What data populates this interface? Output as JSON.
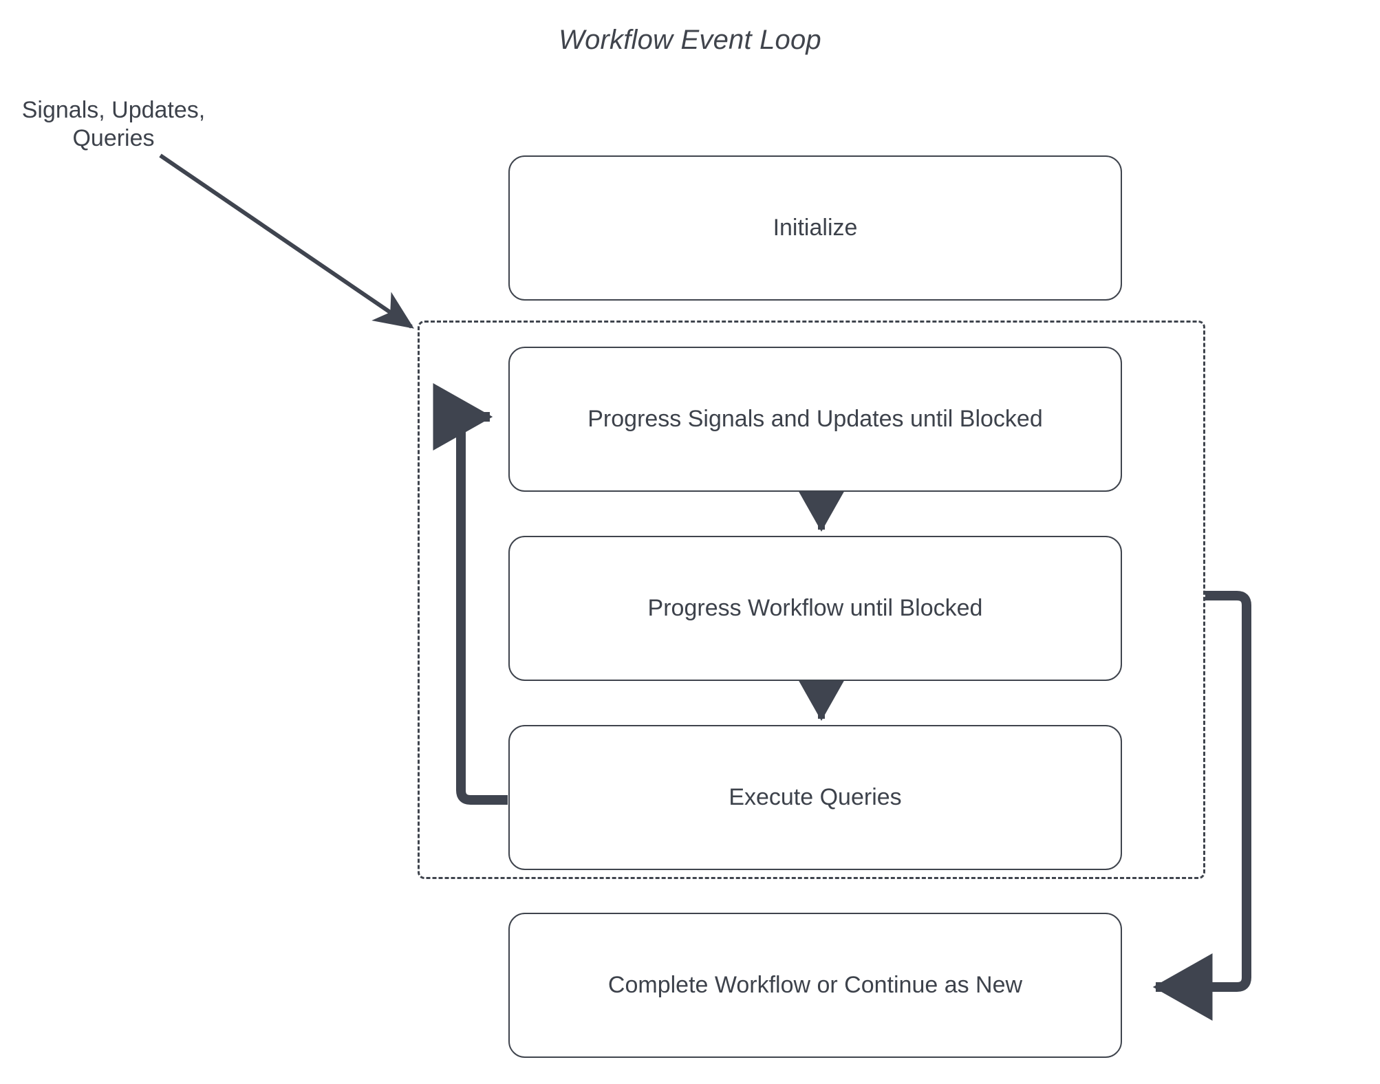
{
  "diagram": {
    "title": "Workflow Event Loop",
    "colors": {
      "stroke": "#3f444d",
      "text": "#3d424b",
      "edge": "#3f444f",
      "background": "#ffffff"
    },
    "external_label": {
      "text": "Signals, Updates,\nQueries",
      "line1": "Signals, Updates,",
      "line2": "Queries"
    },
    "nodes": [
      {
        "id": "initialize",
        "label": "Initialize"
      },
      {
        "id": "progress-signals",
        "label": "Progress Signals and Updates until Blocked"
      },
      {
        "id": "progress-workflow",
        "label": "Progress Workflow until Blocked"
      },
      {
        "id": "execute-queries",
        "label": "Execute Queries"
      },
      {
        "id": "complete-workflow",
        "label": "Complete Workflow or Continue as New"
      }
    ],
    "group": {
      "id": "event-loop-group",
      "label": "",
      "style": "dashed"
    },
    "edges": [
      {
        "from": "external-input",
        "to": "event-loop-group",
        "label": ""
      },
      {
        "from": "progress-signals",
        "to": "progress-workflow",
        "label": ""
      },
      {
        "from": "progress-workflow",
        "to": "execute-queries",
        "label": ""
      },
      {
        "from": "execute-queries",
        "to": "progress-signals",
        "label": ""
      },
      {
        "from": "event-loop-group",
        "to": "complete-workflow",
        "label": ""
      }
    ]
  }
}
